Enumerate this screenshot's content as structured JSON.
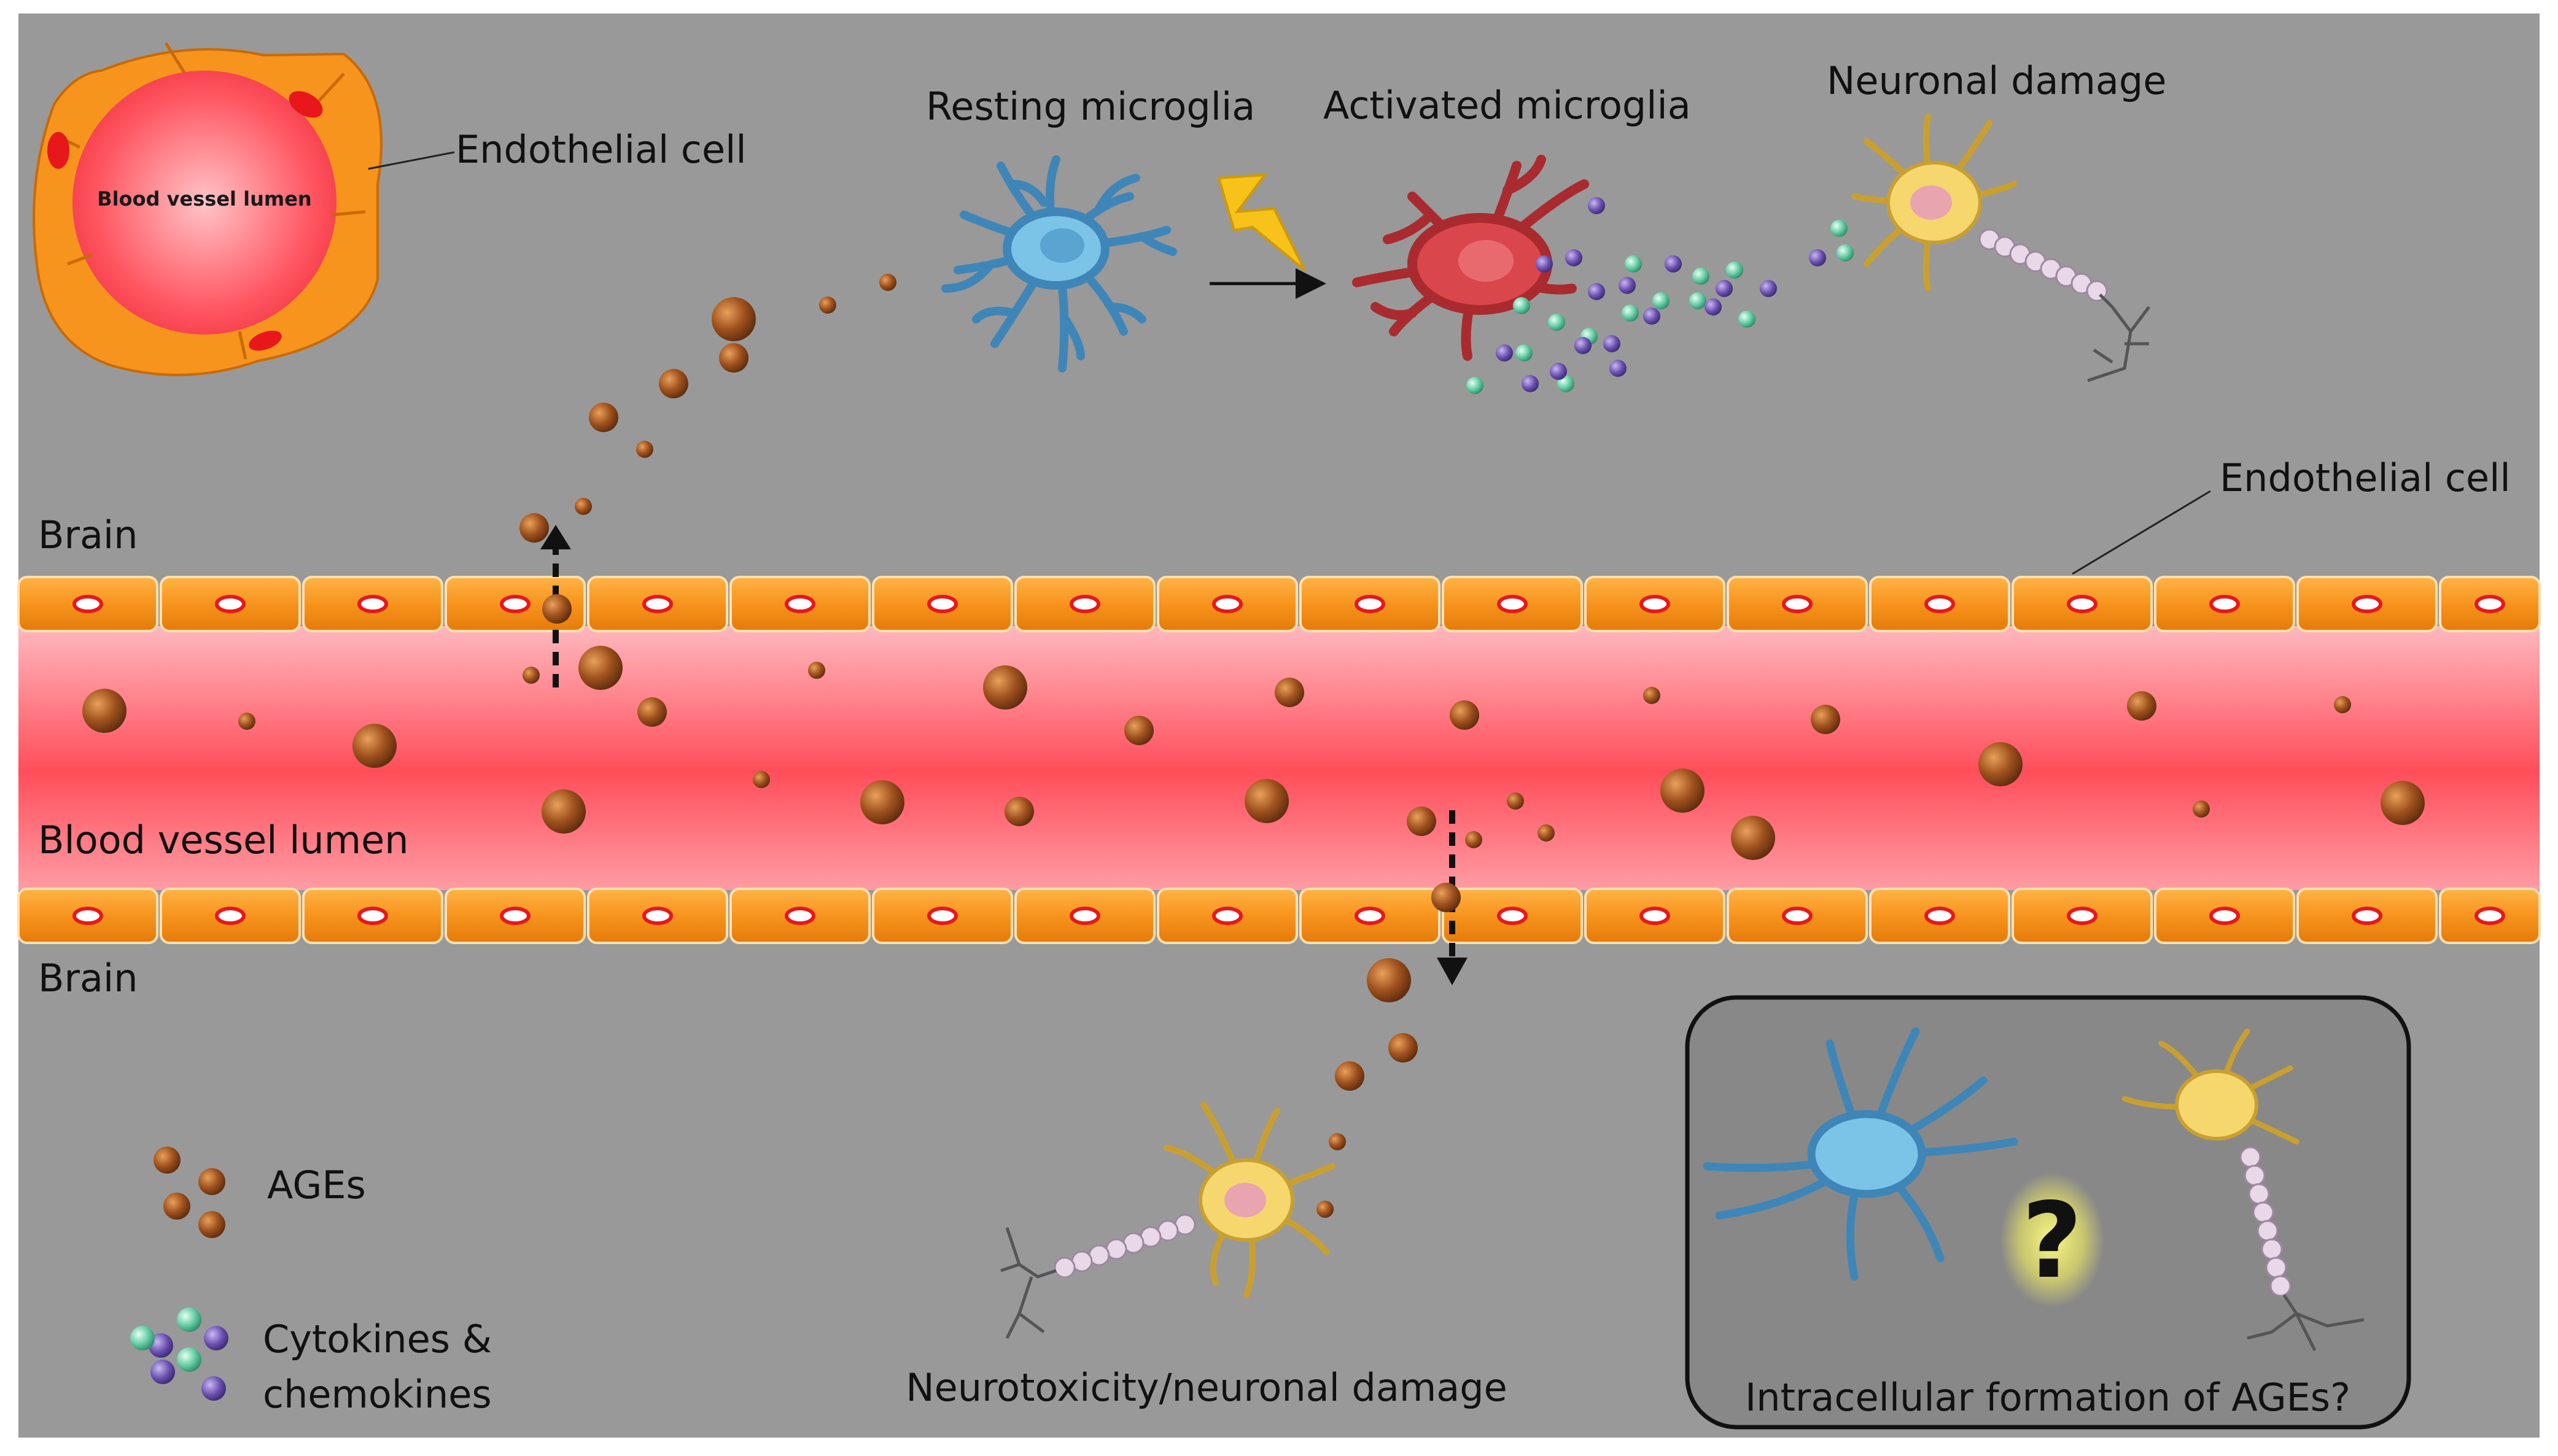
{
  "labels": {
    "endothelial_cell_top": "Endothelial cell",
    "blood_vessel_lumen_inset": "Blood vessel lumen",
    "resting_microglia": "Resting microglia",
    "activated_microglia": "Activated microglia",
    "neuronal_damage": "Neuronal damage",
    "endothelial_cell_right": "Endothelial cell",
    "brain_top": "Brain",
    "blood_vessel_lumen": "Blood vessel lumen",
    "brain_bottom": "Brain",
    "neurotoxicity": "Neurotoxicity/neuronal damage",
    "intracellular": "Intracellular formation of AGEs?",
    "question_mark": "?"
  },
  "legend": {
    "ages": "AGEs",
    "cytokines_line1": "Cytokines &",
    "cytokines_line2": "chemokines"
  },
  "colors": {
    "background": "#999999",
    "endothelial_orange": "#F7941D",
    "lumen_red": "#FF5A64",
    "age_brown": "#A0521E",
    "microglia_resting": "#7CC3E8",
    "microglia_activated": "#D9464B",
    "neuron_yellow": "#F5D76E",
    "cytokine_purple": "#6A4FB0",
    "chemokine_green": "#5FC9A1"
  }
}
